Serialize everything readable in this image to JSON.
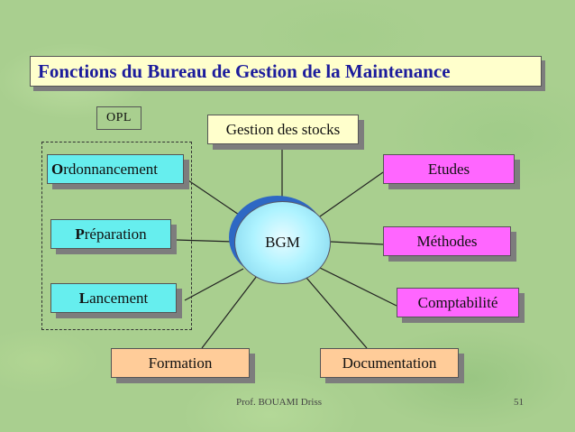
{
  "title": "Fonctions du Bureau de Gestion de la Maintenance",
  "center": {
    "label": "BGM"
  },
  "opl_label": "OPL",
  "nodes": {
    "gestion_stocks": "Gestion des stocks",
    "ordonnancement": {
      "first": "O",
      "rest": "rdonnancement"
    },
    "preparation": {
      "first": "P",
      "rest": "réparation"
    },
    "lancement": {
      "first": "L",
      "rest": "ancement"
    },
    "etudes": "Etudes",
    "methodes": "Méthodes",
    "comptabilite": "Comptabilité",
    "formation": "Formation",
    "documentation": "Documentation"
  },
  "footer": {
    "author": "Prof. BOUAMI Driss",
    "page": "51"
  },
  "colors": {
    "background": "#a9cf8f",
    "title_text": "#1c1c9c",
    "cyan": "#66eeee",
    "pink": "#ff66ff",
    "peach": "#ffcc99",
    "cream": "#ffffcc",
    "center_fill": "#aef3ff",
    "center_shadow": "#2e68c4"
  }
}
